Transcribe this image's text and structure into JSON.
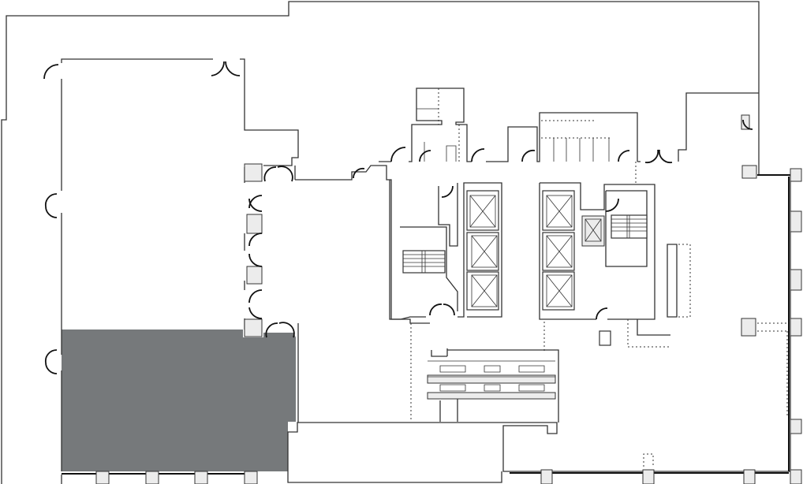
{
  "floor_plan": {
    "highlighted_area": {
      "color": "#76797b"
    },
    "colors": {
      "wall": "#333333",
      "column": "#ececec",
      "background": "#ffffff"
    },
    "elevators": {
      "left_bank": 3,
      "right_bank": 3,
      "service": 1
    },
    "stairs": 2,
    "escalators": 2
  }
}
